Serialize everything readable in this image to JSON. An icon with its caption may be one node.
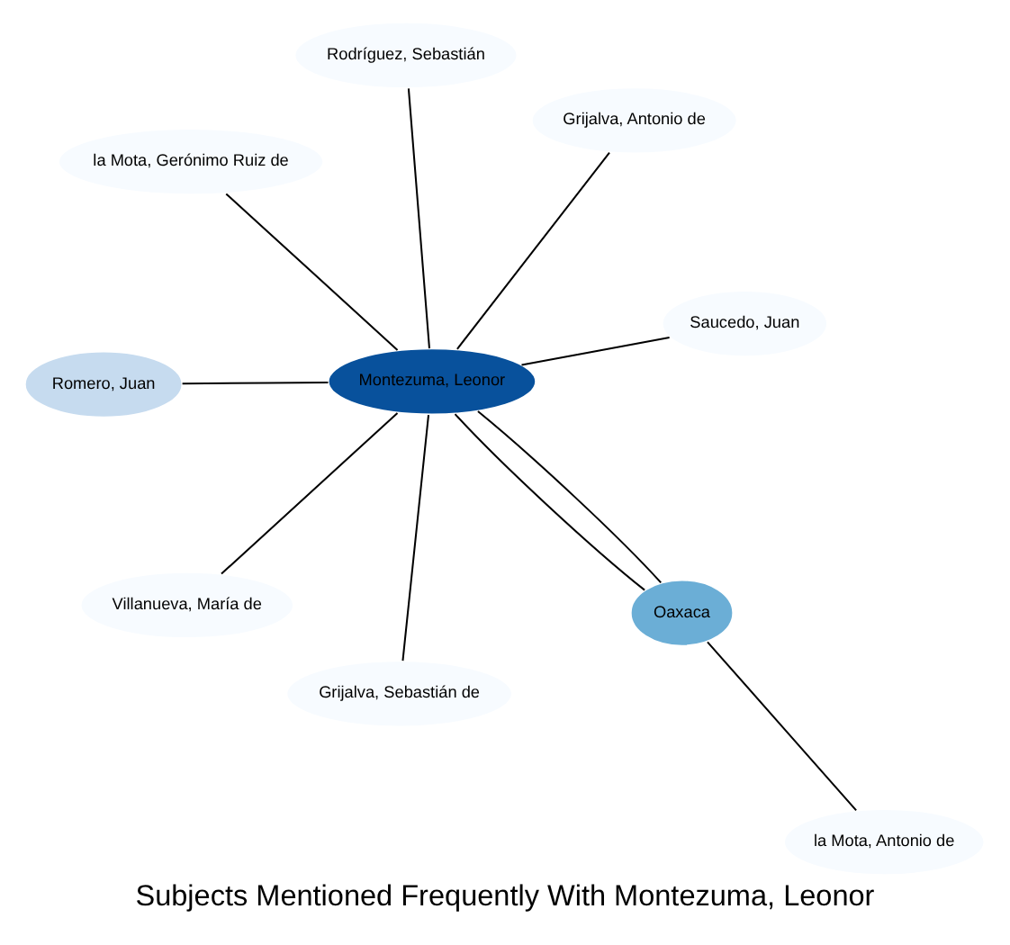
{
  "diagram": {
    "title": "Subjects Mentioned Frequently With Montezuma, Leonor",
    "nodes": [
      {
        "text": [
          "Montezuma, Leonor"
        ]
      },
      {
        "text": [
          "Oaxaca"
        ]
      },
      {
        "text": [
          "la Mota, Antonio de"
        ]
      },
      {
        "text": [
          "la Mota, Gerónimo Ruiz de"
        ]
      },
      {
        "text": [
          "Grijalva, Antonio de"
        ]
      },
      {
        "text": [
          "Rodríguez, Sebastián"
        ]
      },
      {
        "text": [
          "Romero, Juan"
        ]
      },
      {
        "text": [
          "Saucedo, Juan"
        ]
      },
      {
        "text": [
          "Villanueva, María de"
        ]
      },
      {
        "text": [
          "Grijalva, Sebastián de"
        ]
      }
    ],
    "edges": [
      {
        "from": 0,
        "to": 1,
        "arrow": "none"
      },
      {
        "from": 0,
        "to": 1,
        "arrow": "none"
      },
      {
        "from": 1,
        "to": 2,
        "arrow": "none"
      },
      {
        "from": 0,
        "to": 3,
        "arrow": "none"
      },
      {
        "from": 0,
        "to": 4,
        "arrow": "none"
      },
      {
        "from": 0,
        "to": 5,
        "arrow": "none"
      },
      {
        "from": 0,
        "to": 6,
        "arrow": "none"
      },
      {
        "from": 0,
        "to": 7,
        "arrow": "none"
      },
      {
        "from": 0,
        "to": 8,
        "arrow": "none"
      },
      {
        "from": 0,
        "to": 9,
        "arrow": "none"
      }
    ]
  }
}
